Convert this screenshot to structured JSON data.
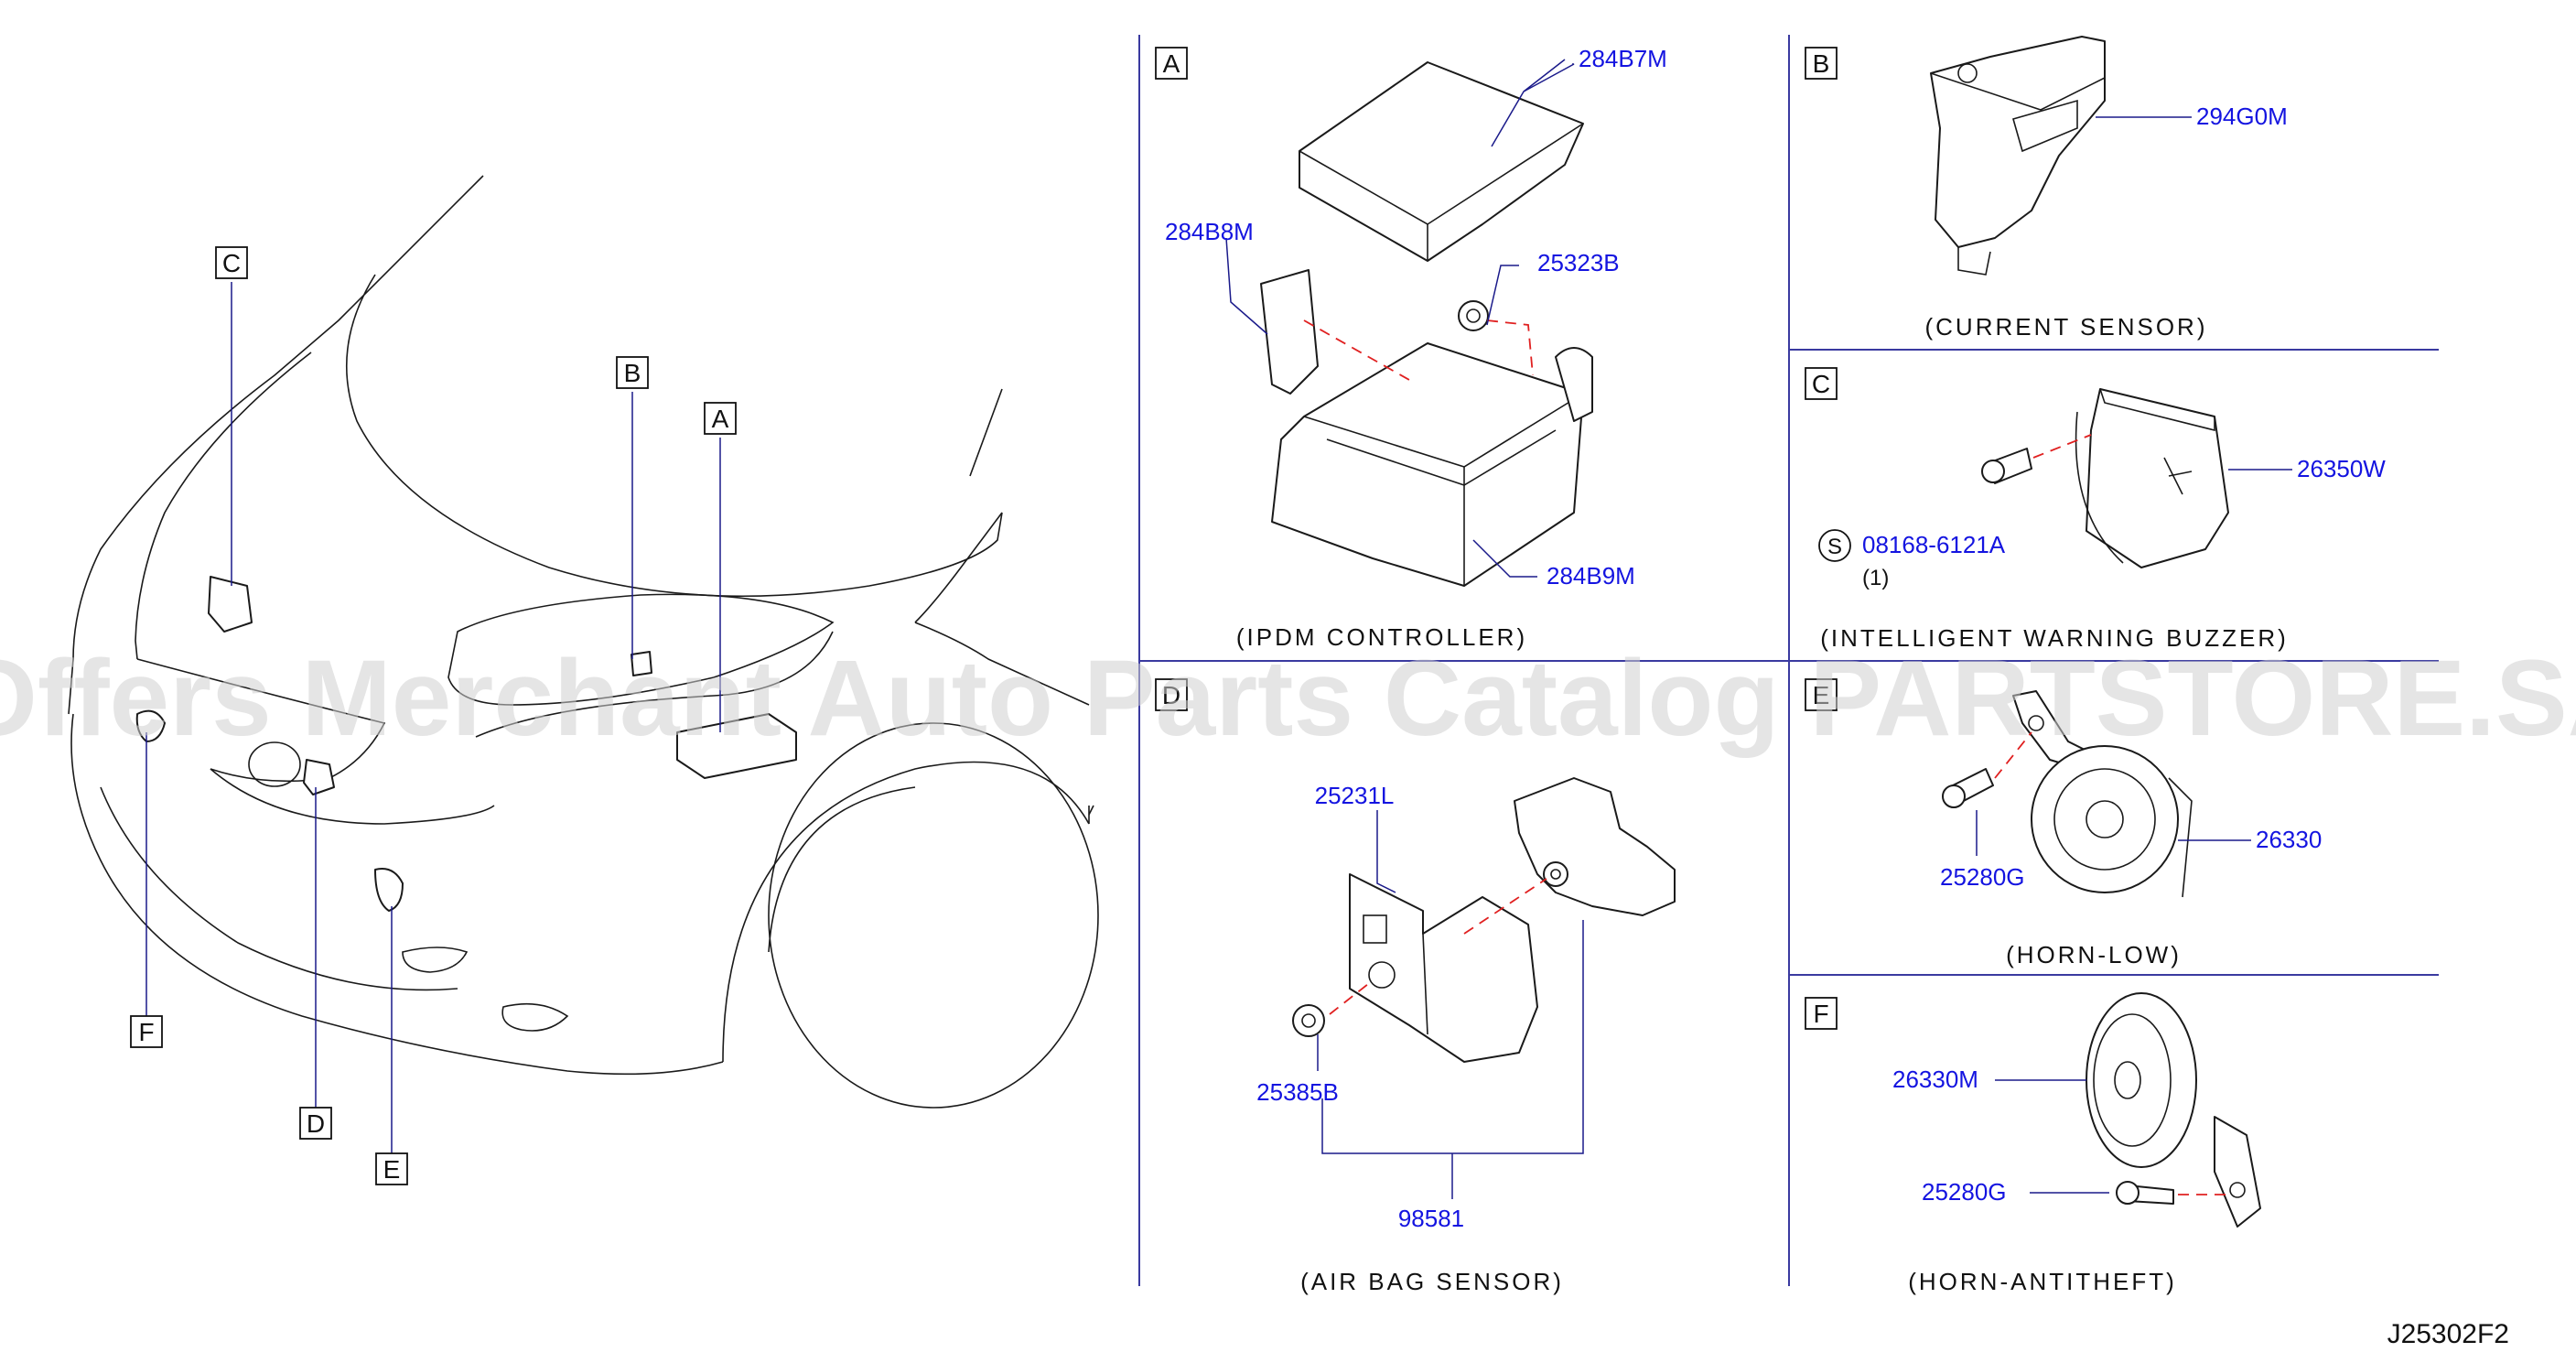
{
  "diagram_code": "J25302F2",
  "watermark": "Offers Merchant Auto Parts Catalog PARTSTORE.SA",
  "overview_callouts": [
    "A",
    "B",
    "C",
    "D",
    "E",
    "F"
  ],
  "panels": {
    "A": {
      "letter": "A",
      "caption": "(IPDM  CONTROLLER)",
      "parts": [
        "284B7M",
        "284B8M",
        "25323B",
        "284B9M"
      ]
    },
    "B": {
      "letter": "B",
      "caption": "(CURRENT  SENSOR)",
      "parts": [
        "294G0M"
      ]
    },
    "C": {
      "letter": "C",
      "caption": "(INTELLIGENT  WARNING  BUZZER)",
      "parts": [
        "26350W",
        "08168-6121A"
      ],
      "std_symbol": "S",
      "qty": "(1)"
    },
    "D": {
      "letter": "D",
      "caption": "(AIR  BAG  SENSOR)",
      "parts": [
        "25231L",
        "25385B",
        "98581"
      ]
    },
    "E": {
      "letter": "E",
      "caption": "(HORN-LOW)",
      "parts": [
        "25280G",
        "26330"
      ]
    },
    "F": {
      "letter": "F",
      "caption": "(HORN-ANTITHEFT)",
      "parts": [
        "26330M",
        "25280G"
      ]
    }
  }
}
